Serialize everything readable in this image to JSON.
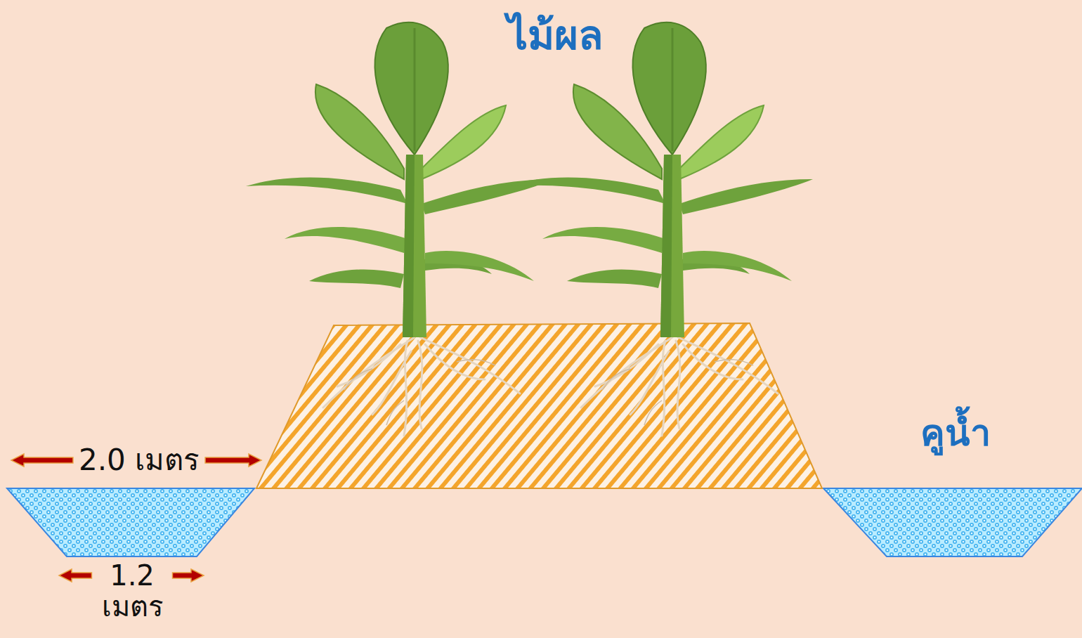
{
  "diagram": {
    "labels": [
      "ไม้ผล",
      "2.0 เมตร",
      "1.2 เมตร",
      "คูน้ำ"
    ]
  }
}
